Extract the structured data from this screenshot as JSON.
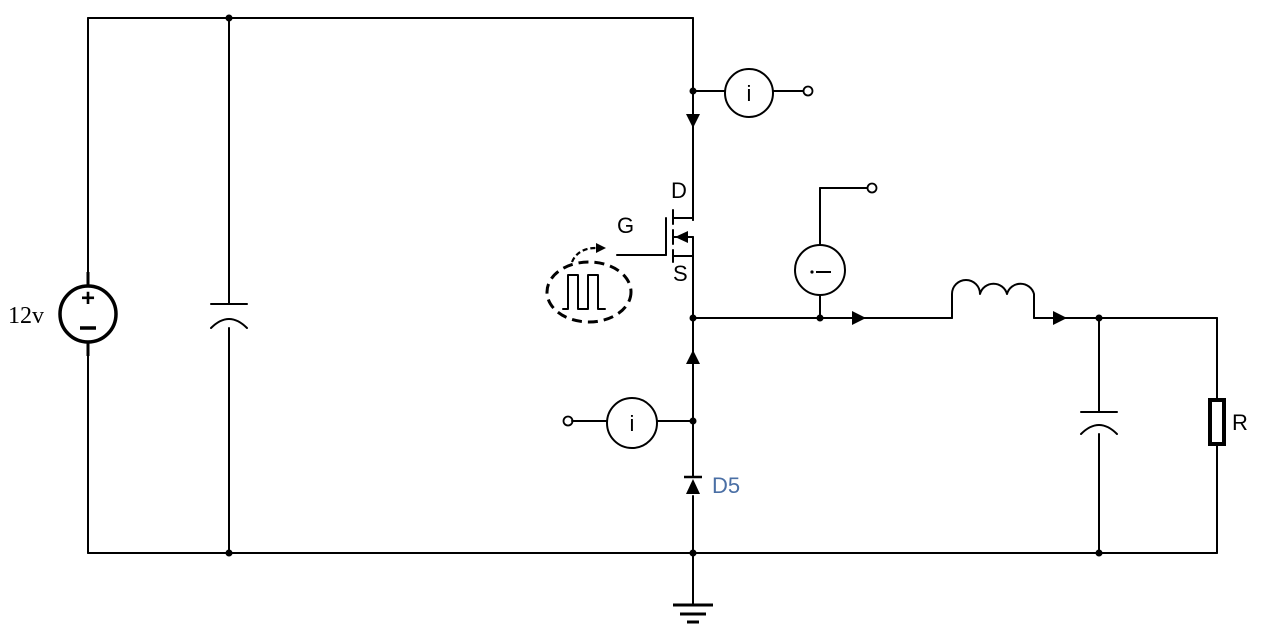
{
  "labels": {
    "source_voltage": "12v",
    "drain": "D",
    "gate": "G",
    "source": "S",
    "diode": "D5",
    "resistor": "R",
    "current_meter_symbol": "i"
  },
  "colors": {
    "wire": "#000000",
    "diode_label": "#4a6fa5",
    "background": "#ffffff"
  },
  "icons": {
    "dc_source": "dc-voltage-source-icon",
    "capacitor": "capacitor-icon",
    "mosfet": "n-mosfet-icon",
    "pulse": "pulse-generator-icon",
    "ammeter": "ammeter-icon",
    "voltmeter": "voltmeter-icon",
    "inductor": "inductor-icon",
    "diode": "diode-icon",
    "resistor": "resistor-icon",
    "ground": "ground-icon"
  }
}
